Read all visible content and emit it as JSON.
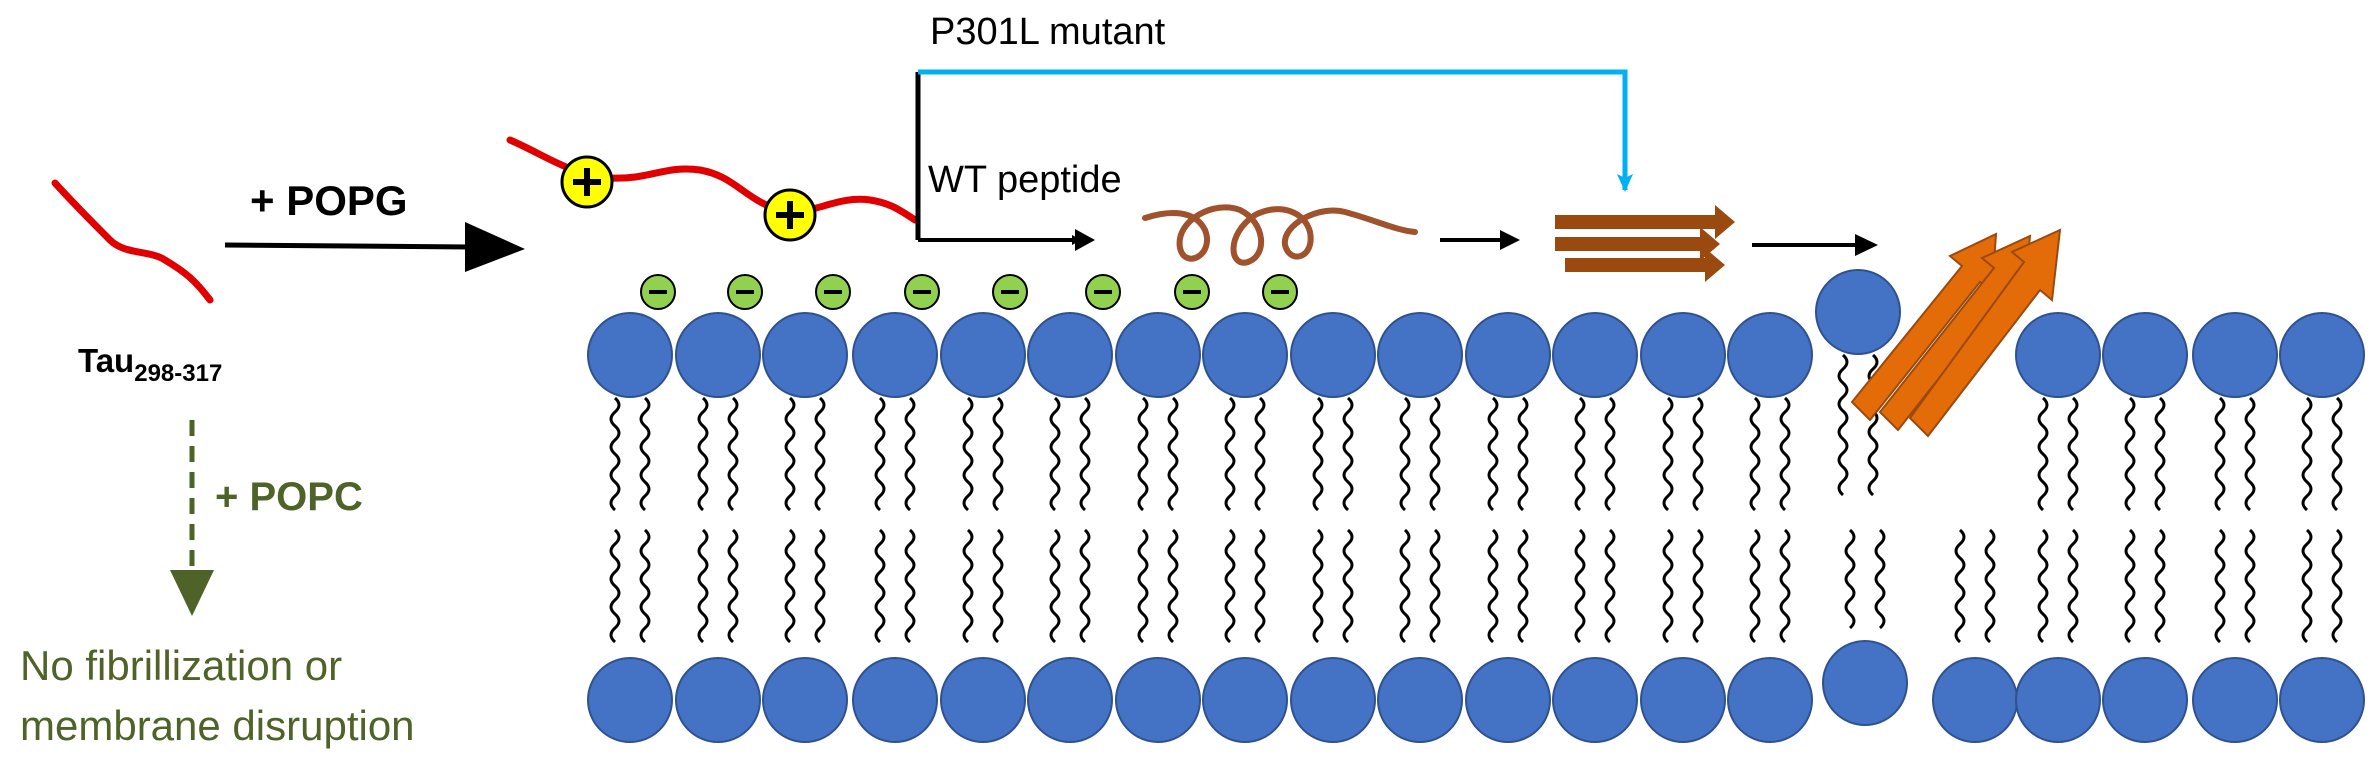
{
  "labels": {
    "popg": "+ POPG",
    "tau_main": "Tau",
    "tau_sub": "298-317",
    "popc": "+ POPC",
    "result_line1": "No fibrillization or",
    "result_line2": "membrane disruption",
    "p301l": "P301L mutant",
    "wt": "WT peptide"
  },
  "colors": {
    "peptide": "#e00000",
    "lipid_head": "#4472c4",
    "lipid_head_stroke": "#2f528f",
    "anion": "#92d050",
    "cation": "#ffff00",
    "helix": "#a0522d",
    "beta_sheet": "#9a4a0e",
    "fibril": "#e36c09",
    "mutant_path": "#00b0f0",
    "popc_path": "#4f6228",
    "arrows": "#000000"
  },
  "icons": {
    "cation": "plus-charge-icon",
    "anion": "minus-charge-icon"
  }
}
